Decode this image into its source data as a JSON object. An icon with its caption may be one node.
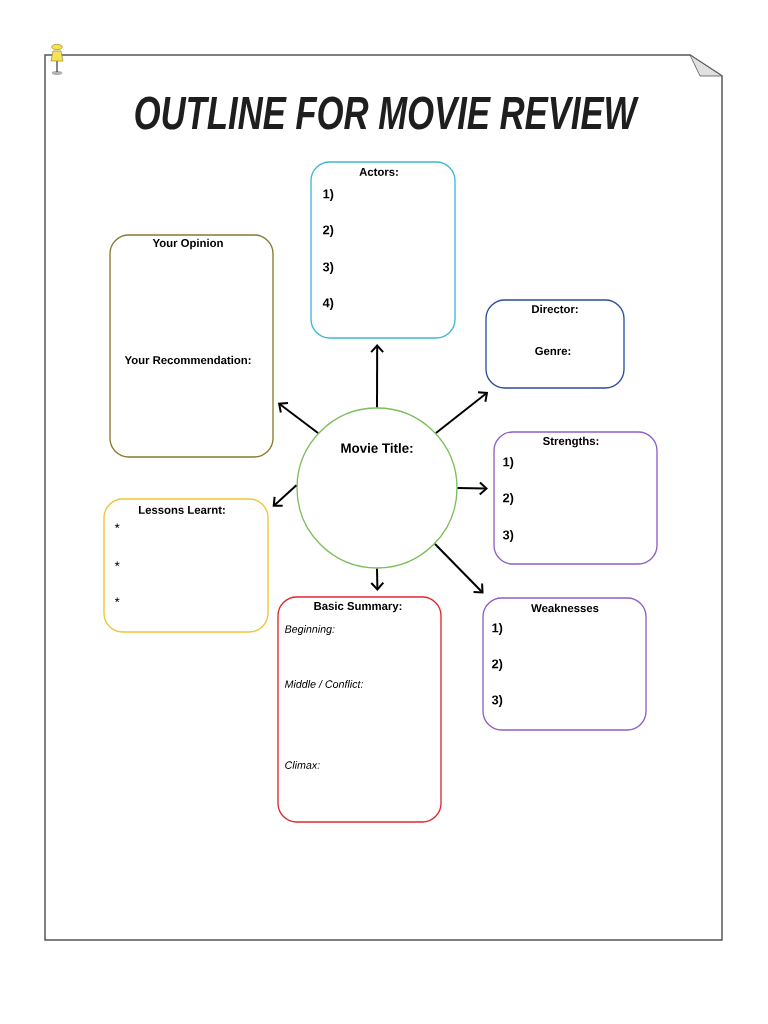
{
  "diagram": {
    "title": "OUTLINE FOR MOVIE REVIEW",
    "nodes": [
      {
        "text": [
          "Actors:",
          "1)",
          "2)",
          "3)",
          "4)"
        ]
      },
      {
        "text": [
          "Your Opinion",
          "Your Recommendation:"
        ]
      },
      {
        "text": [
          "Director:",
          "Genre:"
        ]
      },
      {
        "text": [
          "Movie Title:"
        ]
      },
      {
        "text": [
          "Strengths:",
          "1)",
          "2)",
          "3)"
        ]
      },
      {
        "text": [
          "Lessons Learnt:",
          "*",
          "*",
          "*"
        ]
      },
      {
        "text": [
          "Basic Summary:",
          "Beginning:",
          "Middle / Conflict:",
          "Climax:"
        ]
      },
      {
        "text": [
          "Weaknesses",
          "1)",
          "2)",
          "3)"
        ]
      }
    ],
    "edges": [
      {
        "from": 3,
        "to": 0,
        "arrow": "to"
      },
      {
        "from": 3,
        "to": 1,
        "arrow": "to"
      },
      {
        "from": 3,
        "to": 2,
        "arrow": "to"
      },
      {
        "from": 3,
        "to": 4,
        "arrow": "to"
      },
      {
        "from": 3,
        "to": 5,
        "arrow": "to"
      },
      {
        "from": 3,
        "to": 6,
        "arrow": "to"
      },
      {
        "from": 3,
        "to": 7,
        "arrow": "to"
      }
    ]
  }
}
